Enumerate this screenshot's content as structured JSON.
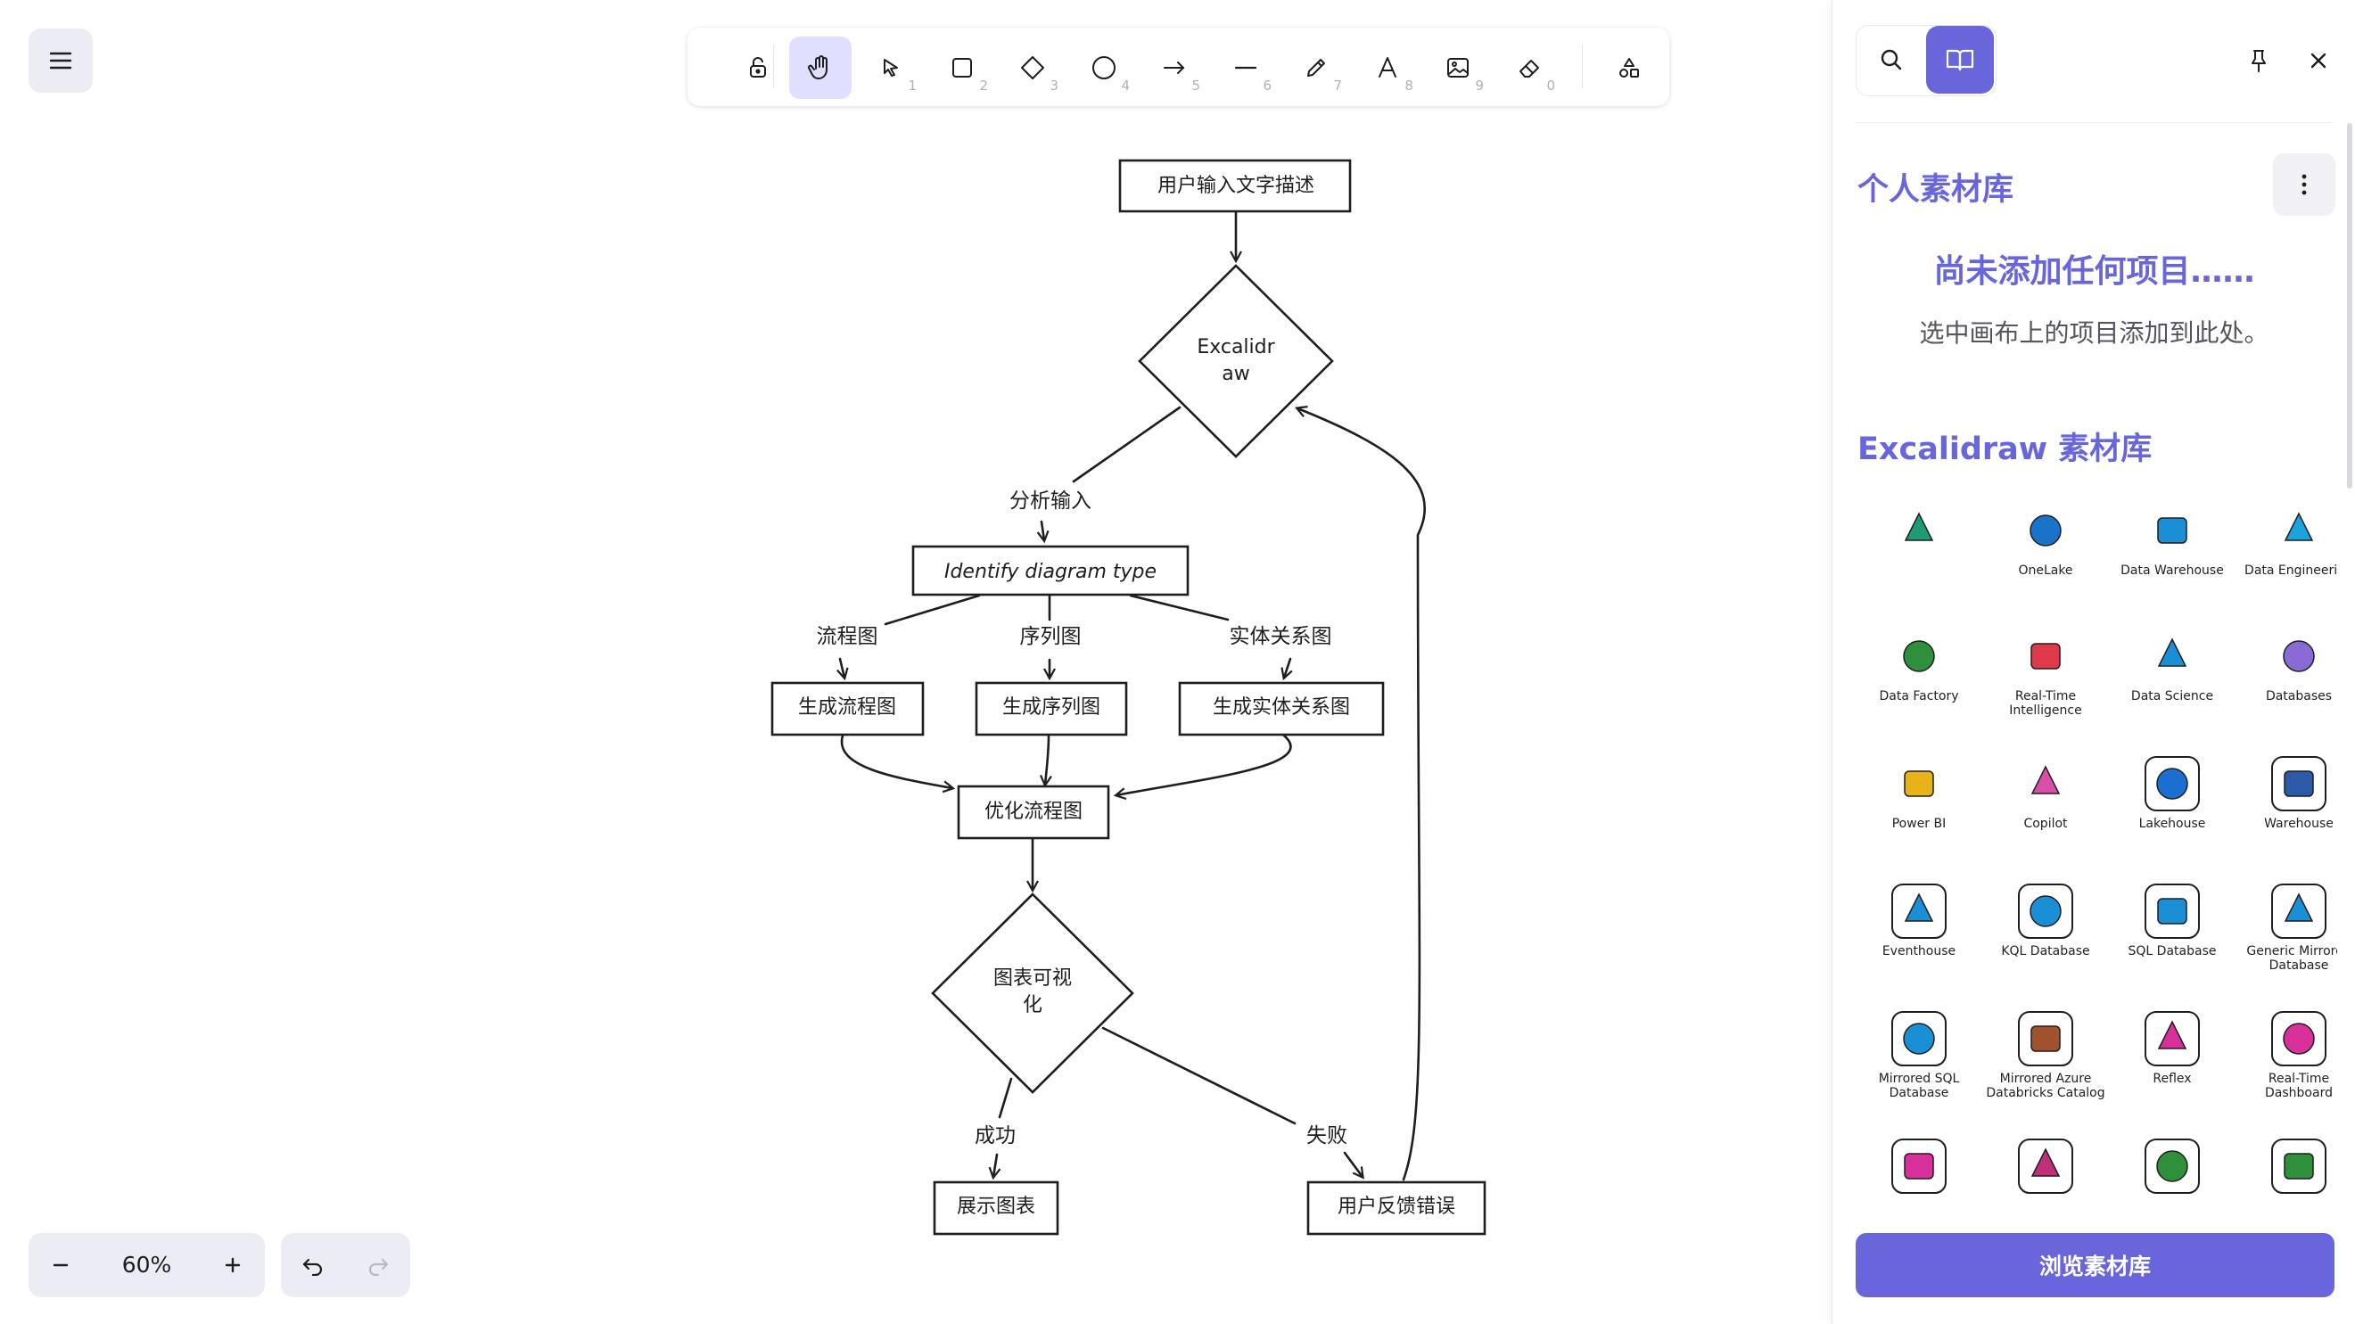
{
  "app": {
    "menu_icon": "hamburger-icon",
    "accent": "#6965db"
  },
  "toolbar": {
    "tools": [
      {
        "name": "lock",
        "icon": "lock-icon",
        "key": ""
      },
      {
        "name": "hand",
        "icon": "hand-icon",
        "key": "",
        "active": true
      },
      {
        "name": "selection",
        "icon": "pointer-icon",
        "key": "1"
      },
      {
        "name": "rectangle",
        "icon": "square-icon",
        "key": "2"
      },
      {
        "name": "diamond",
        "icon": "diamond-icon",
        "key": "3"
      },
      {
        "name": "ellipse",
        "icon": "circle-icon",
        "key": "4"
      },
      {
        "name": "arrow",
        "icon": "arrow-right-icon",
        "key": "5"
      },
      {
        "name": "line",
        "icon": "line-icon",
        "key": "6"
      },
      {
        "name": "draw",
        "icon": "pencil-icon",
        "key": "7"
      },
      {
        "name": "text",
        "icon": "text-icon",
        "key": "8"
      },
      {
        "name": "image",
        "icon": "image-icon",
        "key": "9"
      },
      {
        "name": "eraser",
        "icon": "eraser-icon",
        "key": "0"
      },
      {
        "name": "more-shapes",
        "icon": "shapes-icon",
        "key": ""
      }
    ]
  },
  "diagram": {
    "nodes": {
      "input": "用户输入文字描述",
      "excalidraw_line1": "Excalidr",
      "excalidraw_line2": "aw",
      "identify": "Identify diagram type",
      "flowchart": "生成流程图",
      "sequence": "生成序列图",
      "entity": "生成实体关系图",
      "optimize": "优化流程图",
      "visualize_line1": "图表可视",
      "visualize_line2": "化",
      "show": "展示图表",
      "feedback": "用户反馈错误"
    },
    "edges": {
      "analyze": "分析输入",
      "flowchart": "流程图",
      "sequence": "序列图",
      "entity": "实体关系图",
      "success": "成功",
      "fail": "失败"
    }
  },
  "footer": {
    "zoom": "60%",
    "zoom_out_icon": "minus-icon",
    "zoom_in_icon": "plus-icon",
    "undo_icon": "undo-icon",
    "redo_icon": "redo-icon"
  },
  "library": {
    "search_icon": "search-icon",
    "library_icon": "book-open-icon",
    "pin_icon": "pin-icon",
    "close_icon": "close-icon",
    "personal_title": "个人素材库",
    "more_icon": "more-vertical-icon",
    "empty_title": "尚未添加任何项目……",
    "empty_hint": "选中画布上的项目添加到此处。",
    "excalidraw_title": "Excalidraw 素材库",
    "items": [
      {
        "label": "",
        "icon": "fabric-icon",
        "color": "#1f9a77"
      },
      {
        "label": "OneLake",
        "icon": "onelake-icon",
        "color": "#1a73c9"
      },
      {
        "label": "Data Warehouse",
        "icon": "data-warehouse-icon",
        "color": "#1a8fd6"
      },
      {
        "label": "Data Engineering",
        "icon": "data-engineering-icon",
        "color": "#1aa3dc"
      },
      {
        "label": "Data Factory",
        "icon": "data-factory-icon",
        "color": "#2f8f3a"
      },
      {
        "label": "Real-Time Intelligence",
        "icon": "realtime-intelligence-icon",
        "color": "#e03a4a"
      },
      {
        "label": "Data Science",
        "icon": "data-science-icon",
        "color": "#1a8fd6"
      },
      {
        "label": "Databases",
        "icon": "databases-icon",
        "color": "#8a6bd6"
      },
      {
        "label": "Power BI",
        "icon": "power-bi-icon",
        "color": "#e8b21a"
      },
      {
        "label": "Copilot",
        "icon": "copilot-icon",
        "color": "#d84fa8"
      },
      {
        "label": "Lakehouse",
        "icon": "lakehouse-icon",
        "color": "#1a6fd0"
      },
      {
        "label": "Warehouse",
        "icon": "warehouse-icon",
        "color": "#2a5aa8"
      },
      {
        "label": "Eventhouse",
        "icon": "eventhouse-icon",
        "color": "#1a8fd6"
      },
      {
        "label": "KQL Database",
        "icon": "kql-database-icon",
        "color": "#1a8fd6"
      },
      {
        "label": "SQL Database",
        "icon": "sql-database-icon",
        "color": "#1a8fd6"
      },
      {
        "label": "Generic Mirrored Database",
        "icon": "mirrored-database-icon",
        "color": "#1a8fd6"
      },
      {
        "label": "Mirrored SQL Database",
        "icon": "mirrored-sql-icon",
        "color": "#1a8fd6"
      },
      {
        "label": "Mirrored Azure Databricks Catalog",
        "icon": "databricks-icon",
        "color": "#a0522d"
      },
      {
        "label": "Reflex",
        "icon": "reflex-icon",
        "color": "#d8309a"
      },
      {
        "label": "Real-Time Dashboard",
        "icon": "realtime-dashboard-icon",
        "color": "#d8309a"
      },
      {
        "label": "",
        "icon": "graphql-icon",
        "color": "#d8309a"
      },
      {
        "label": "",
        "icon": "stream-icon",
        "color": "#c0307a"
      },
      {
        "label": "",
        "icon": "environment-icon",
        "color": "#2f8f3a"
      },
      {
        "label": "",
        "icon": "experiment-icon",
        "color": "#2f8f3a"
      }
    ],
    "browse_label": "浏览素材库"
  }
}
